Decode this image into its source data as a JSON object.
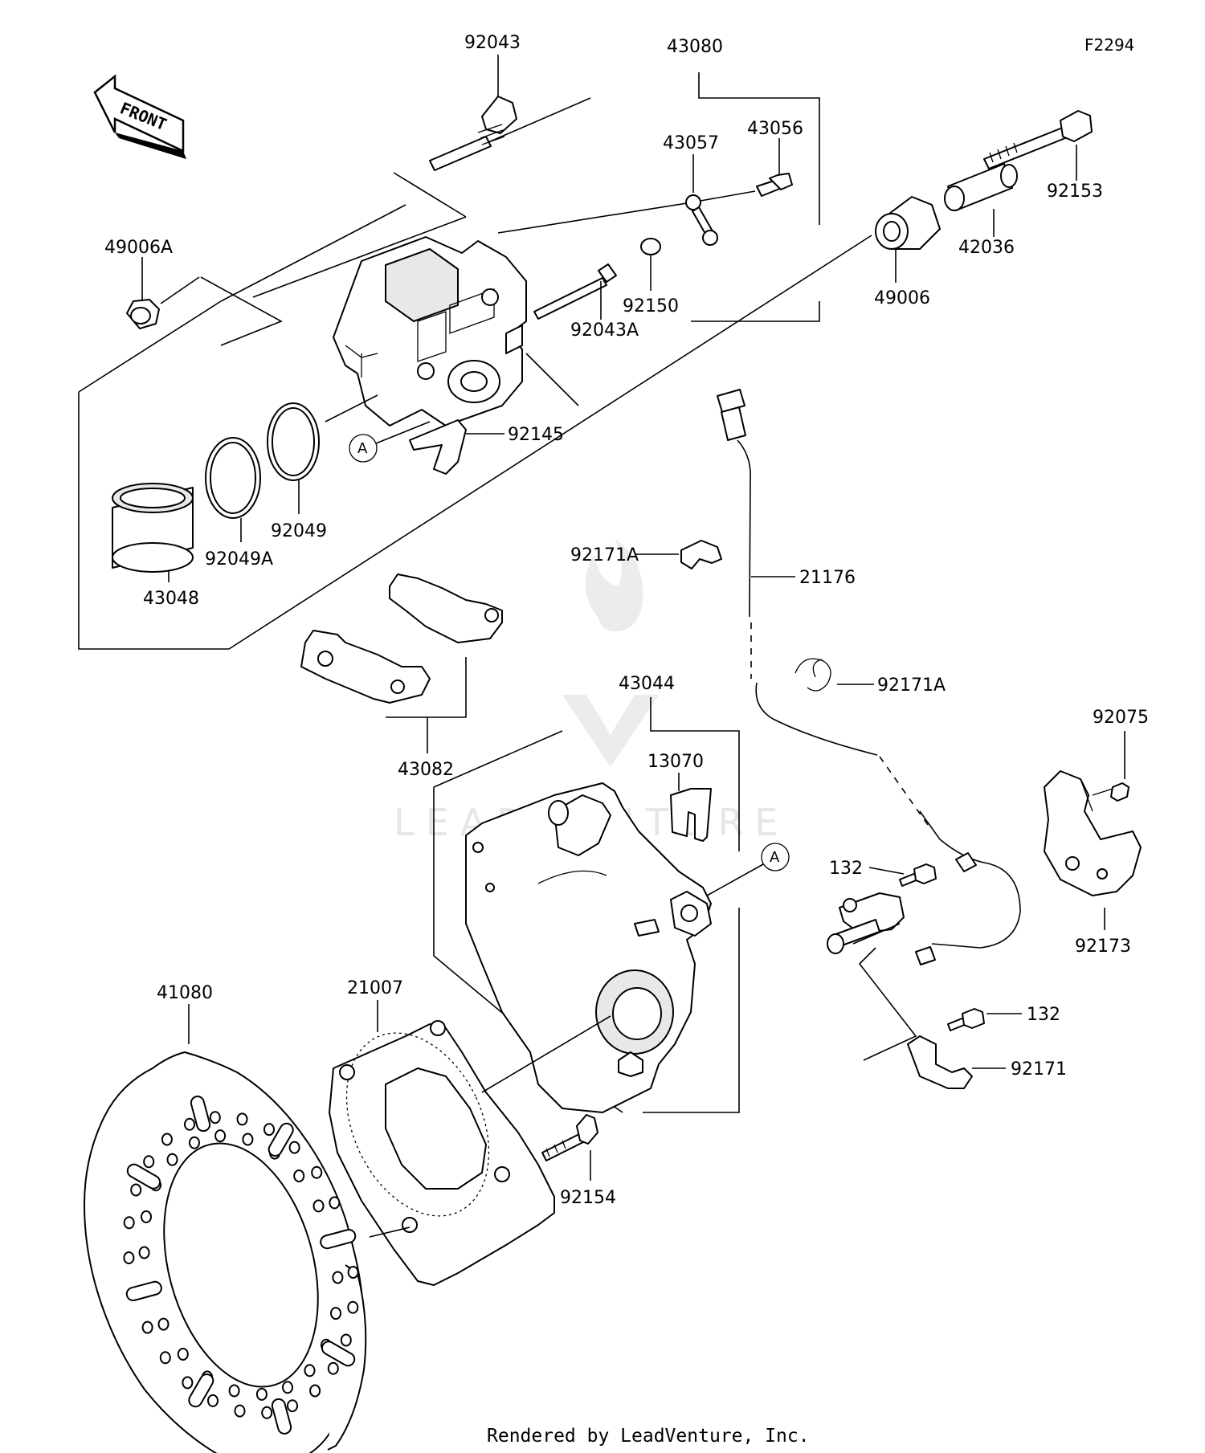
{
  "diagram_code": "F2294",
  "front_label": "FRONT",
  "watermark": "LEADVENTURE",
  "footer": "Rendered by LeadVenture, Inc.",
  "ref_letter": "A",
  "part_numbers": {
    "p92043": "92043",
    "p43080": "43080",
    "p43057": "43057",
    "p43056": "43056",
    "p92153": "92153",
    "p42036": "42036",
    "p49006": "49006",
    "p49006A": "49006A",
    "p92150": "92150",
    "p92043A": "92043A",
    "p92145": "92145",
    "p92049": "92049",
    "p92049A": "92049A",
    "p43048": "43048",
    "p92171A_1": "92171A",
    "p21176": "21176",
    "p92171A_2": "92171A",
    "p43082": "43082",
    "p43044": "43044",
    "p13070": "13070",
    "p92075": "92075",
    "p132_1": "132",
    "p92173": "92173",
    "p41080": "41080",
    "p21007": "21007",
    "p132_2": "132",
    "p92171": "92171",
    "p92154": "92154"
  }
}
